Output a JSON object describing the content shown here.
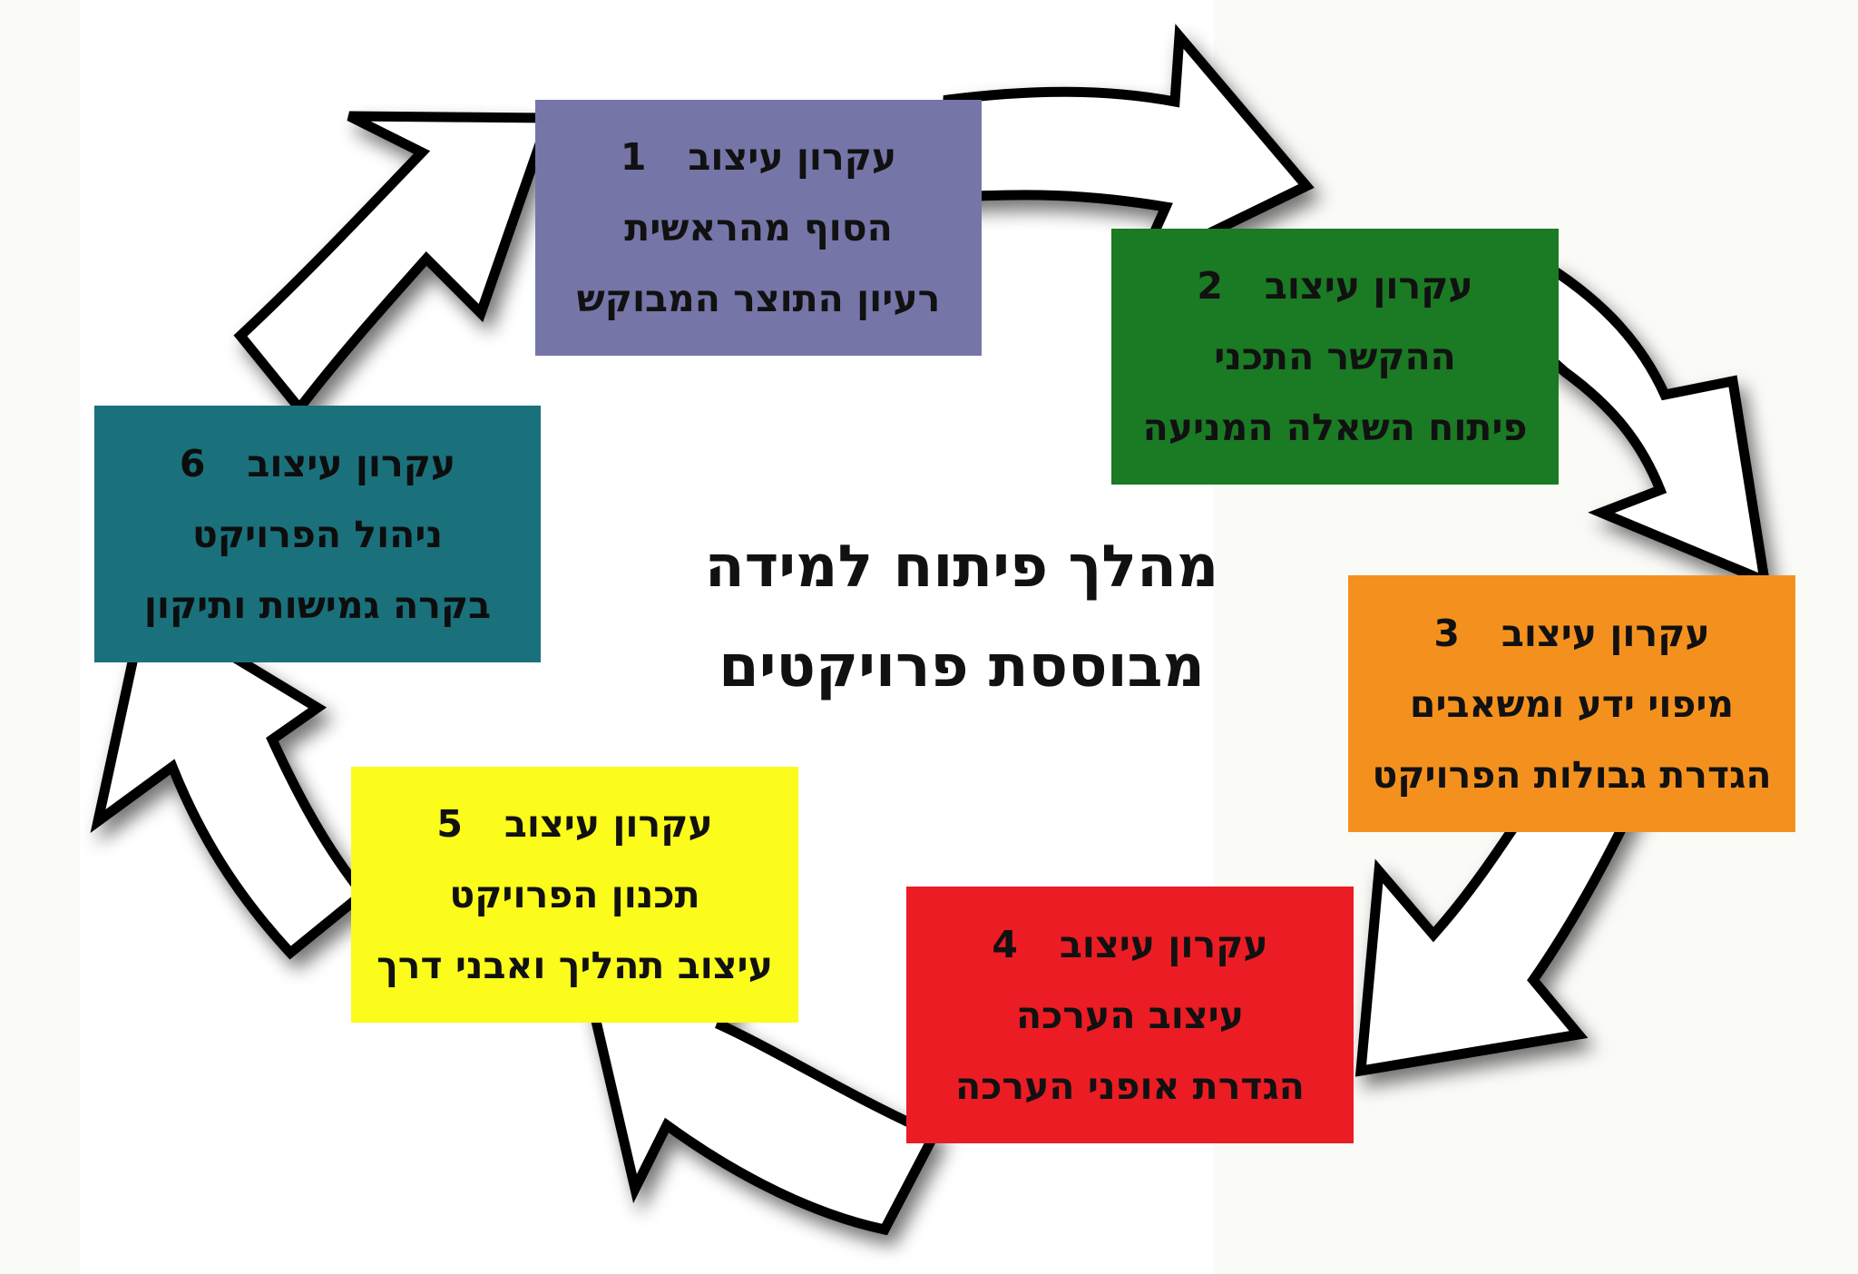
{
  "title": {
    "line1": "מהלך פיתוח למידה",
    "line2": "מבוססת פרויקטים"
  },
  "steps": [
    {
      "head": "עקרון עיצוב",
      "num": "1",
      "line2": "הסוף מהראשית",
      "line3": "רעיון התוצר המבוקש",
      "color": "#7575a8"
    },
    {
      "head": "עקרון עיצוב",
      "num": "2",
      "line2": "ההקשר התכני",
      "line3": "פיתוח השאלה המניעה",
      "color": "#1b7a24"
    },
    {
      "head": "עקרון עיצוב",
      "num": "3",
      "line2": "מיפוי ידע ומשאבים",
      "line3": "הגדרת גבולות הפרויקט",
      "color": "#f4911e"
    },
    {
      "head": "עקרון עיצוב",
      "num": "4",
      "line2": "עיצוב הערכה",
      "line3": "הגדרת אופני הערכה",
      "color": "#ec1c24"
    },
    {
      "head": "עקרון עיצוב",
      "num": "5",
      "line2": "תכנון הפרויקט",
      "line3": "עיצוב תהליך ואבני דרך",
      "color": "#fbfb1c"
    },
    {
      "head": "עקרון עיצוב",
      "num": "6",
      "line2": "ניהול הפרויקט",
      "line3": "בקרה גמישות ותיקון",
      "color": "#1a717c"
    }
  ]
}
